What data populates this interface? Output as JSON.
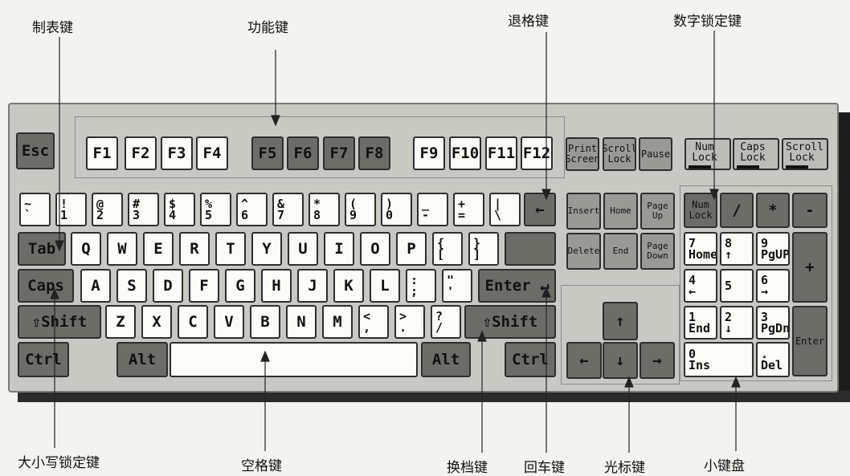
{
  "annotations": {
    "tab_key": "制表键",
    "function_keys": "功能键",
    "backspace_key": "退格键",
    "num_lock_key": "数字锁定键",
    "caps_lock_key": "大小写锁定键",
    "space_key": "空格键",
    "shift_key": "换档键",
    "enter_key": "回车键",
    "cursor_keys": "光标键",
    "keypad": "小键盘"
  },
  "keys": {
    "esc": "Esc",
    "f1": "F1",
    "f2": "F2",
    "f3": "F3",
    "f4": "F4",
    "f5": "F5",
    "f6": "F6",
    "f7": "F7",
    "f8": "F8",
    "f9": "F9",
    "f10": "F10",
    "f11": "F11",
    "f12": "F12",
    "print_screen": "Print Screen",
    "scroll_lock": "Scroll Lock",
    "pause": "Pause",
    "num_lock_led": "Num Lock",
    "caps_lock_led": "Caps Lock",
    "scroll_lock_led": "Scroll Lock",
    "tab": "Tab",
    "caps": "Caps",
    "shift": "⇧Shift",
    "ctrl": "Ctrl",
    "alt": "Alt",
    "enter": "Enter ↵",
    "backspace": "←",
    "insert": "Insert",
    "home": "Home",
    "page_up": "Page Up",
    "delete": "Delete",
    "end": "End",
    "page_down": "Page Down",
    "arrow_up": "↑",
    "arrow_down": "↓",
    "arrow_left": "←",
    "arrow_right": "→",
    "kp_num_lock": "Num Lock",
    "kp_slash": "/",
    "kp_star": "*",
    "kp_minus": "-",
    "kp_plus": "+",
    "kp_enter": "Enter",
    "kp7": [
      "7",
      "Home"
    ],
    "kp8": [
      "8",
      "↑"
    ],
    "kp9": [
      "9",
      "PgUP"
    ],
    "kp4": [
      "4",
      "←"
    ],
    "kp5": [
      "5",
      ""
    ],
    "kp6": [
      "6",
      "→"
    ],
    "kp1": [
      "1",
      "End"
    ],
    "kp2": [
      "2",
      "↓"
    ],
    "kp3": [
      "3",
      "PgDn"
    ],
    "kp0": [
      "0",
      "Ins"
    ],
    "kp_dot": [
      ".",
      "Del"
    ]
  },
  "rows": {
    "number": [
      [
        "~",
        "`"
      ],
      [
        "!",
        "1"
      ],
      [
        "@",
        "2"
      ],
      [
        "#",
        "3"
      ],
      [
        "$",
        "4"
      ],
      [
        "%",
        "5"
      ],
      [
        "^",
        "6"
      ],
      [
        "&",
        "7"
      ],
      [
        "*",
        "8"
      ],
      [
        "(",
        "9"
      ],
      [
        ")",
        "0"
      ],
      [
        "_",
        "-"
      ],
      [
        "+",
        "="
      ],
      [
        "|",
        "\\"
      ]
    ],
    "qwerty": [
      "Q",
      "W",
      "E",
      "R",
      "T",
      "Y",
      "U",
      "I",
      "O",
      "P",
      [
        "{",
        "["
      ],
      [
        "}",
        "]"
      ]
    ],
    "home": [
      "A",
      "S",
      "D",
      "F",
      "G",
      "H",
      "J",
      "K",
      "L",
      [
        ":",
        ";"
      ],
      [
        "\"",
        "'"
      ]
    ],
    "bottom": [
      "Z",
      "X",
      "C",
      "V",
      "B",
      "N",
      "M",
      [
        "<",
        ","
      ],
      [
        ">",
        "."
      ],
      [
        "?",
        "/"
      ]
    ]
  }
}
